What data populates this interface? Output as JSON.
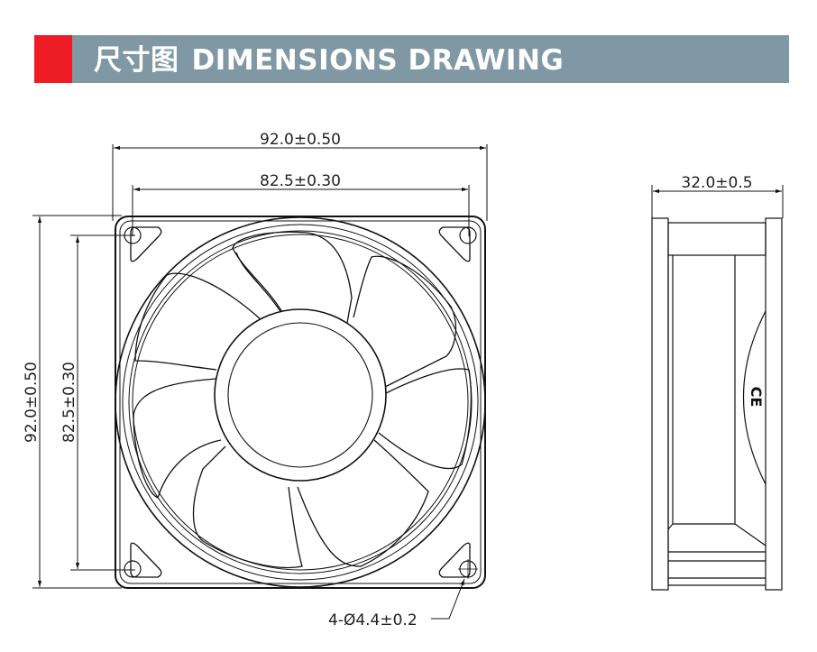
{
  "header": {
    "title_cn": "尺寸图",
    "title_en": "DIMENSIONS DRAWING",
    "accent_color": "#ee1c25",
    "bar_color": "#7f98a4"
  },
  "front_view": {
    "overall_width": "92.0±0.50",
    "hole_spacing_width": "82.5±0.30",
    "overall_height": "92.0±0.50",
    "hole_spacing_height": "82.5±0.30",
    "mounting_holes": "4-Ø4.4±0.2"
  },
  "side_view": {
    "thickness": "32.0±0.5",
    "certification_mark": "CE"
  }
}
